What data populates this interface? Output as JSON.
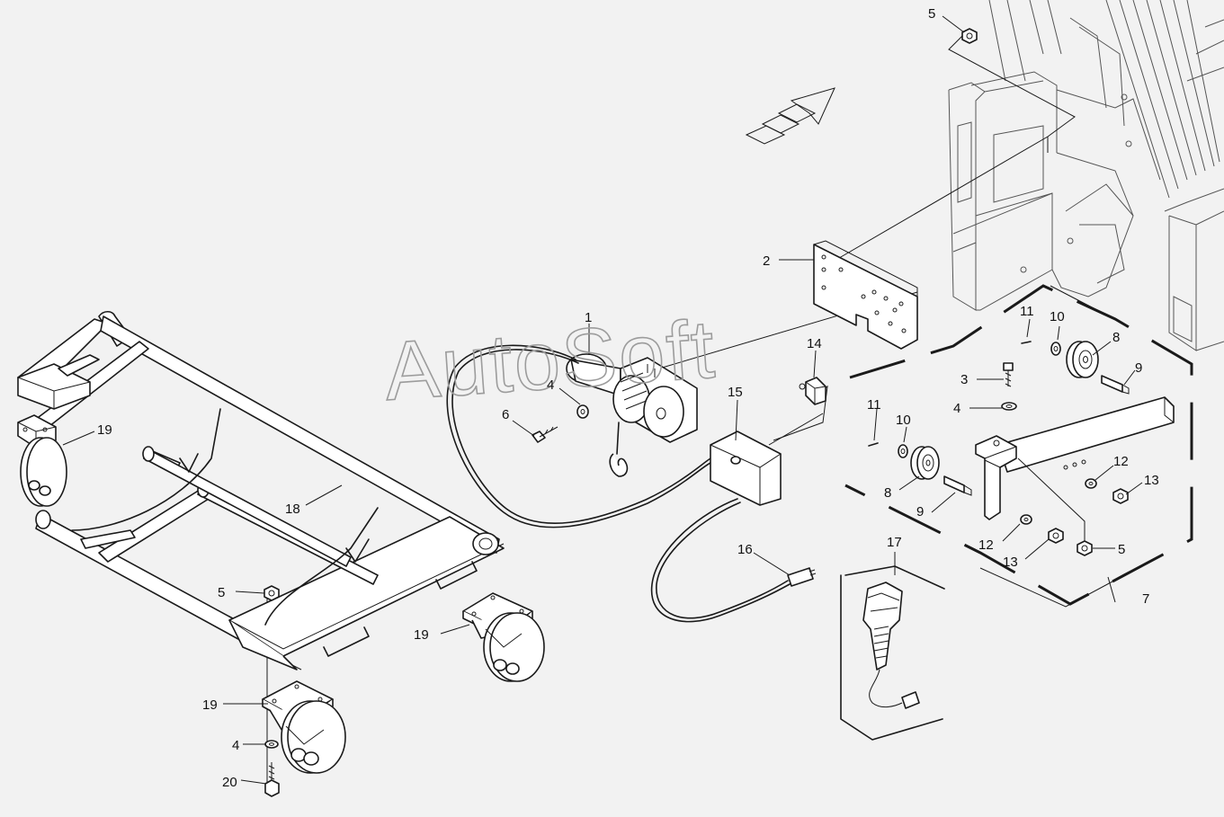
{
  "watermark": "AutoSoft",
  "callouts": [
    {
      "id": "c1",
      "label": "1"
    },
    {
      "id": "c2",
      "label": "2"
    },
    {
      "id": "c3",
      "label": "3"
    },
    {
      "id": "c4a",
      "label": "4"
    },
    {
      "id": "c4b",
      "label": "4"
    },
    {
      "id": "c4c",
      "label": "4"
    },
    {
      "id": "c5a",
      "label": "5"
    },
    {
      "id": "c5b",
      "label": "5"
    },
    {
      "id": "c5c",
      "label": "5"
    },
    {
      "id": "c6",
      "label": "6"
    },
    {
      "id": "c7",
      "label": "7"
    },
    {
      "id": "c8a",
      "label": "8"
    },
    {
      "id": "c8b",
      "label": "8"
    },
    {
      "id": "c9a",
      "label": "9"
    },
    {
      "id": "c9b",
      "label": "9"
    },
    {
      "id": "c10a",
      "label": "10"
    },
    {
      "id": "c10b",
      "label": "10"
    },
    {
      "id": "c11a",
      "label": "11"
    },
    {
      "id": "c11b",
      "label": "11"
    },
    {
      "id": "c12a",
      "label": "12"
    },
    {
      "id": "c12b",
      "label": "12"
    },
    {
      "id": "c13a",
      "label": "13"
    },
    {
      "id": "c13b",
      "label": "13"
    },
    {
      "id": "c14",
      "label": "14"
    },
    {
      "id": "c15",
      "label": "15"
    },
    {
      "id": "c16",
      "label": "16"
    },
    {
      "id": "c17",
      "label": "17"
    },
    {
      "id": "c18",
      "label": "18"
    },
    {
      "id": "c19a",
      "label": "19"
    },
    {
      "id": "c19b",
      "label": "19"
    },
    {
      "id": "c19c",
      "label": "19"
    },
    {
      "id": "c20",
      "label": "20"
    }
  ]
}
